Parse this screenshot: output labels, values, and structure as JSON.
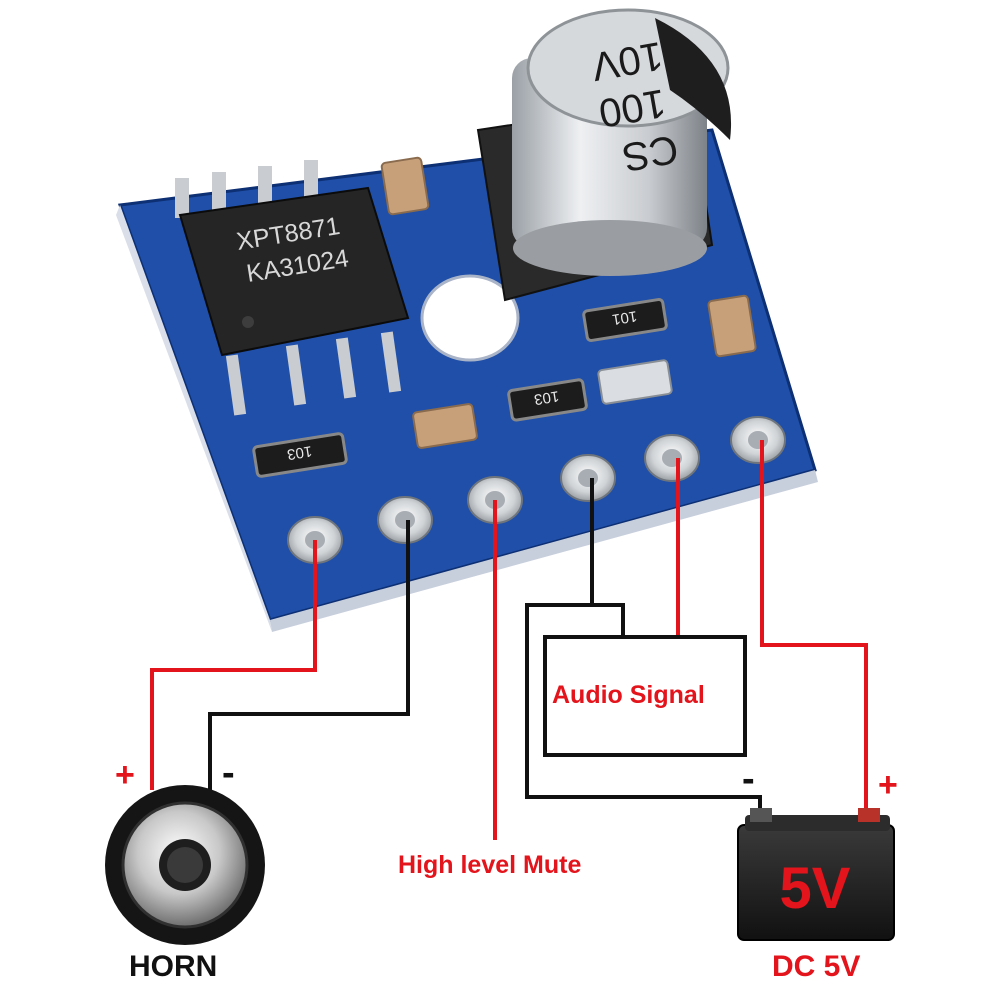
{
  "module": {
    "chip_line1": "XPT8871",
    "chip_line2": "KA31024",
    "capacitor_line1": "10V",
    "capacitor_line2": "100",
    "capacitor_line3": "CS",
    "resistor_left": "103",
    "resistor_middle": "103",
    "resistor_right": "101"
  },
  "labels": {
    "audio_signal": "Audio Signal",
    "high_level_mute": "High level Mute",
    "horn": "HORN",
    "dc_5v": "DC 5V",
    "battery_voltage": "5V",
    "horn_plus": "+",
    "horn_minus": "-",
    "battery_plus": "+",
    "battery_minus": "-"
  },
  "colors": {
    "pcb": "#1f4fa8",
    "wire_red": "#e3141b",
    "wire_black": "#111111",
    "text_red": "#e3141b"
  }
}
